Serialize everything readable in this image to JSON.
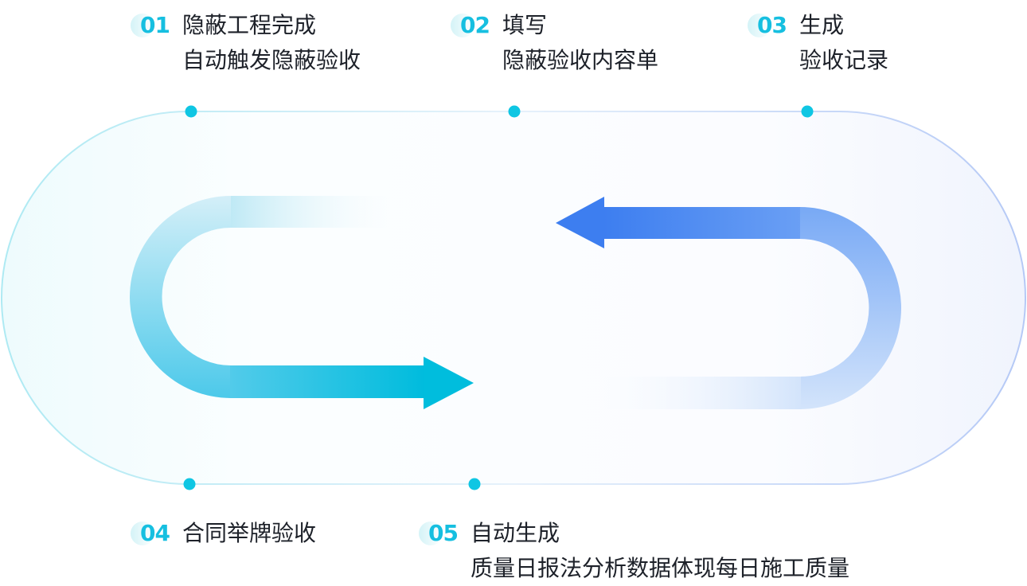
{
  "steps": [
    {
      "num": "01",
      "lines": [
        "隐蔽工程完成",
        "自动触发隐蔽验收"
      ]
    },
    {
      "num": "02",
      "lines": [
        "填写",
        "隐蔽验收内容单"
      ]
    },
    {
      "num": "03",
      "lines": [
        "生成",
        "验收记录"
      ]
    },
    {
      "num": "04",
      "lines": [
        "合同举牌验收"
      ]
    },
    {
      "num": "05",
      "lines": [
        "自动生成",
        "质量日报法分析数据体现每日施工质量"
      ]
    }
  ],
  "colors": {
    "accent_cyan": "#00bfdf",
    "accent_blue": "#3d7ef0",
    "dot": "#0fc6e3",
    "text": "#1d2129"
  }
}
